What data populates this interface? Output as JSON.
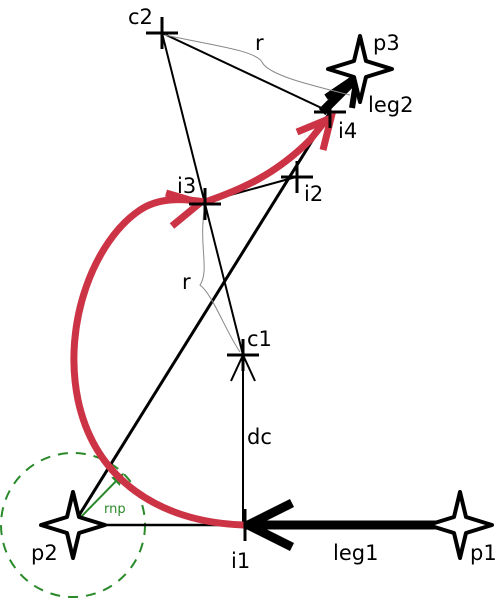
{
  "colors": {
    "ink": "#000000",
    "arc": "#cc3344",
    "rnp": "#2a8a2a",
    "guide": "#888888"
  },
  "labels": {
    "p1": "p1",
    "p2": "p2",
    "p3": "p3",
    "c1": "c1",
    "c2": "c2",
    "i1": "i1",
    "i2": "i2",
    "i3": "i3",
    "i4": "i4",
    "leg1": "leg1",
    "leg2": "leg2",
    "dc": "dc",
    "r_upper": "r",
    "r_lower": "r",
    "rnp": "rnp"
  }
}
